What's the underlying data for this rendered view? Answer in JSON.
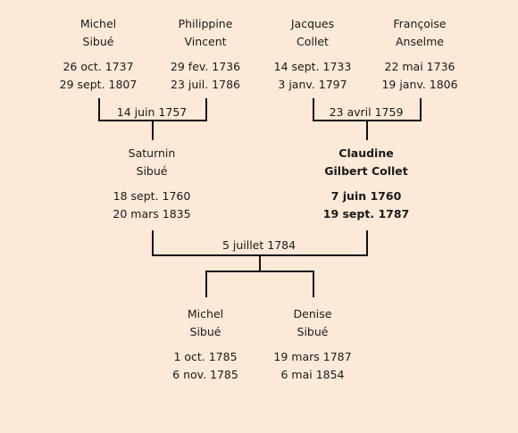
{
  "tree": {
    "grandparents": [
      {
        "first": "Michel",
        "last": "Sibué",
        "birth": "26 oct. 1737",
        "death": "29 sept. 1807"
      },
      {
        "first": "Philippine",
        "last": "Vincent",
        "birth": "29 fev. 1736",
        "death": "23 juil. 1786"
      },
      {
        "first": "Jacques",
        "last": "Collet",
        "birth": "14 sept. 1733",
        "death": "3 janv. 1797"
      },
      {
        "first": "Françoise",
        "last": "Anselme",
        "birth": "22 mai 1736",
        "death": "19 janv. 1806"
      }
    ],
    "grandparent_marriages": [
      "14 juin 1757",
      "23 avril 1759"
    ],
    "parents": [
      {
        "first": "Saturnin",
        "last": "Sibué",
        "birth": "18 sept. 1760",
        "death": "20 mars 1835"
      },
      {
        "first": "Claudine",
        "last": "Gilbert Collet",
        "birth": "7 juin 1760",
        "death": "19 sept. 1787",
        "highlight": true
      }
    ],
    "parent_marriage": "5 juillet 1784",
    "children": [
      {
        "first": "Michel",
        "last": "Sibué",
        "birth": "1 oct. 1785",
        "death": "6 nov. 1785"
      },
      {
        "first": "Denise",
        "last": "Sibué",
        "birth": "19 mars 1787",
        "death": "6 mai 1854"
      }
    ]
  }
}
